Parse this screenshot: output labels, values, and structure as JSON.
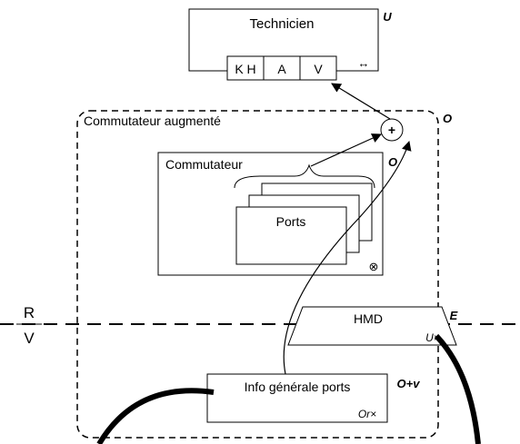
{
  "technicien": {
    "title": "Technicien",
    "label": "U",
    "slots": [
      "K H",
      "A",
      "V"
    ],
    "sync_symbol": "↔"
  },
  "commutateur_augmente": {
    "title": "Commutateur augmenté",
    "label": "O"
  },
  "plus_node": {
    "symbol": "+"
  },
  "commutateur": {
    "title": "Commutateur",
    "label": "O",
    "ports": "Ports",
    "corner_symbol": "⊗"
  },
  "rv": {
    "top": "R",
    "bottom": "V"
  },
  "hmd": {
    "title": "HMD",
    "label": "E",
    "corner_text": "U×"
  },
  "info": {
    "title": "Info générale ports",
    "label": "O+v",
    "corner_text": "Or×"
  }
}
